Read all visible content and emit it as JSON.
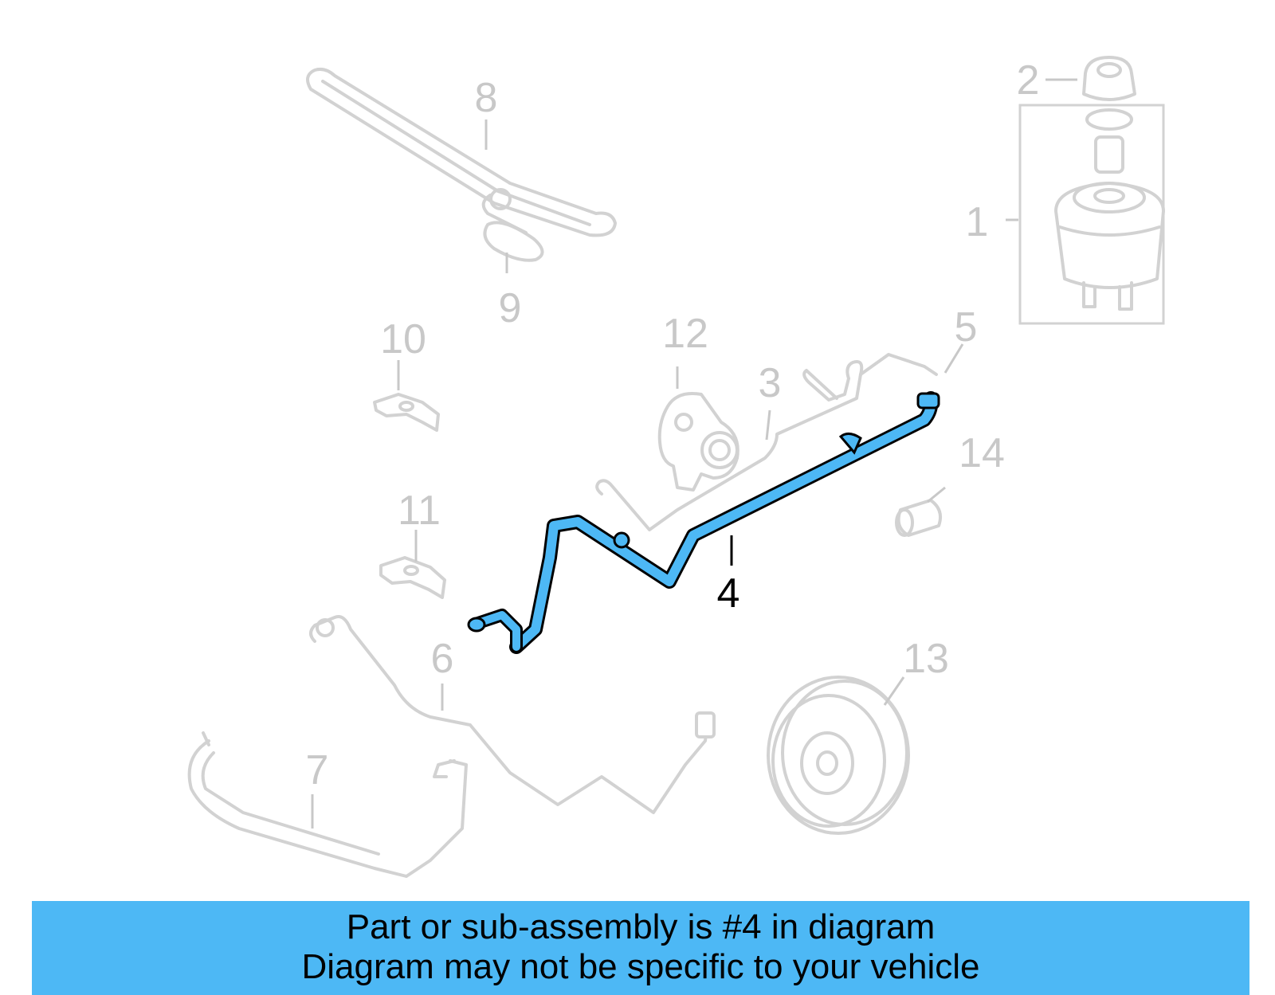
{
  "callouts": {
    "c1": "1",
    "c2": "2",
    "c3": "3",
    "c4": "4",
    "c5": "5",
    "c6": "6",
    "c7": "7",
    "c8": "8",
    "c9": "9",
    "c10": "10",
    "c11": "11",
    "c12": "12",
    "c13": "13",
    "c14": "14"
  },
  "banner": {
    "line1": "Part or sub-assembly is #4 in diagram",
    "line2": "Diagram may not be specific to your vehicle"
  },
  "colors": {
    "highlight_part": "#4db8f5",
    "banner_background": "#4db8f5",
    "ghost_outline": "#d2d2d2"
  }
}
